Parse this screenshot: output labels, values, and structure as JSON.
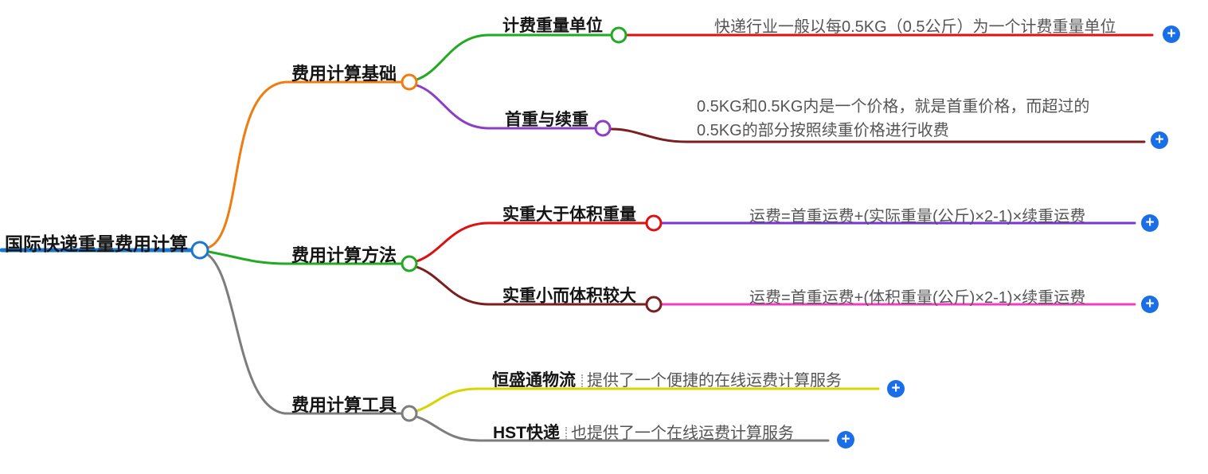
{
  "root": {
    "label": "国际快递重量费用计算",
    "color": "#1976d2"
  },
  "branches": [
    {
      "label": "费用计算基础",
      "color": "#f07c10",
      "children": [
        {
          "label": "计费重量单位",
          "color": "#22aa22",
          "line_color": "#dd1111",
          "note": "快递行业一般以每0.5KG（0.5公斤）为一个计费重量单位"
        },
        {
          "label": "首重与续重",
          "color": "#8b3fc6",
          "line_color": "#7a1e1e",
          "note_line1": "0.5KG和0.5KG内是一个价格，就是首重价格，而超过的",
          "note_line2": "0.5KG的部分按照续重价格进行收费"
        }
      ]
    },
    {
      "label": "费用计算方法",
      "color": "#22aa22",
      "children": [
        {
          "label": "实重大于体积重量",
          "color": "#dd1111",
          "line_color": "#7a36d2",
          "note": "运费=首重运费+(实际重量(公斤)×2-1)×续重运费"
        },
        {
          "label": "实重小而体积较大",
          "color": "#7a1e1e",
          "line_color": "#ef3fc0",
          "note": "运费=首重运费+(体积重量(公斤)×2-1)×续重运费"
        }
      ]
    },
    {
      "label": "费用计算工具",
      "color": "#7d7d7d",
      "children": [
        {
          "label": "恒盛通物流",
          "color": "#d8d400",
          "note": "提供了一个便捷的在线运费计算服务"
        },
        {
          "label": "HST快递",
          "color": "#7d7d7d",
          "note": "也提供了一个在线运费计算服务"
        }
      ]
    }
  ],
  "icons": {
    "plus": "+",
    "plus_color": "#1a6fe8"
  }
}
